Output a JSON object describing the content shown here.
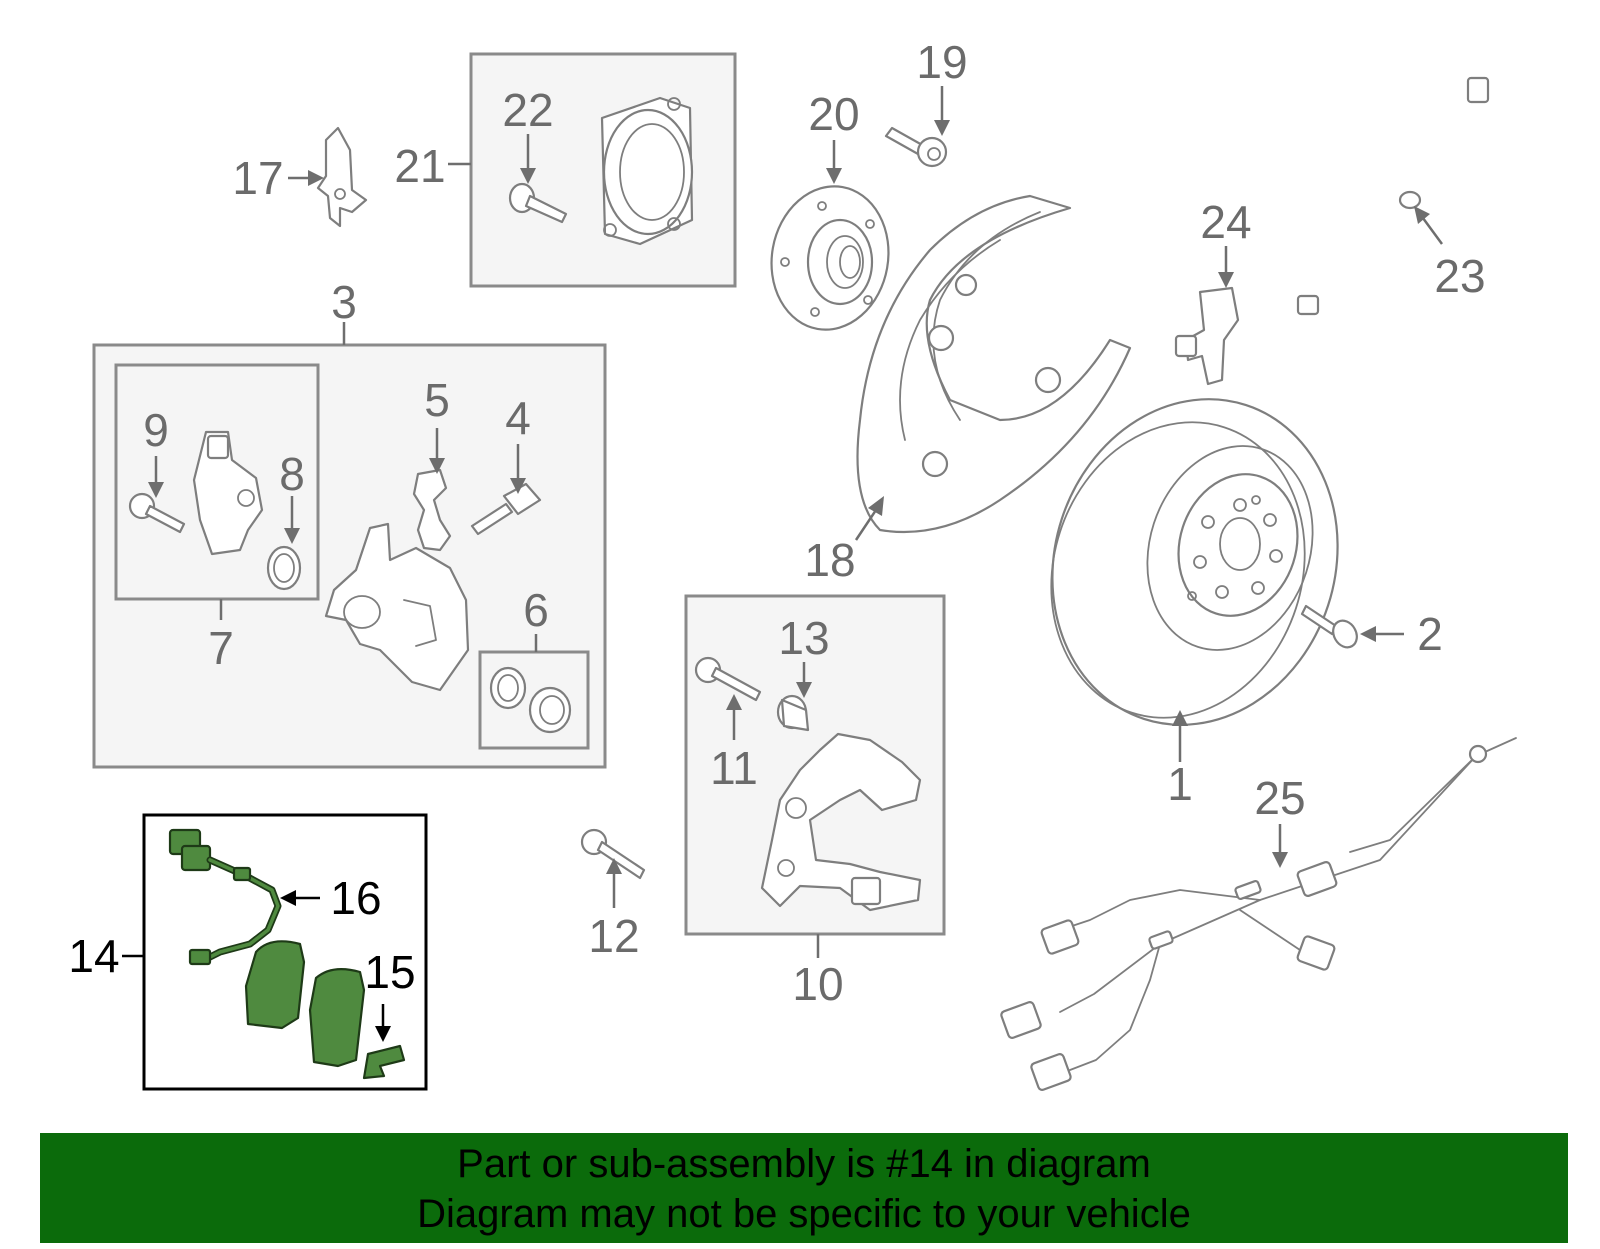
{
  "callouts": {
    "c1": "1",
    "c2": "2",
    "c3": "3",
    "c4": "4",
    "c5": "5",
    "c6": "6",
    "c7": "7",
    "c8": "8",
    "c9": "9",
    "c10": "10",
    "c11": "11",
    "c12": "12",
    "c13": "13",
    "c14": "14",
    "c15": "15",
    "c16": "16",
    "c17": "17",
    "c18": "18",
    "c19": "19",
    "c20": "20",
    "c21": "21",
    "c22": "22",
    "c23": "23",
    "c24": "24",
    "c25": "25"
  },
  "highlighted_part": "14",
  "colors": {
    "banner_background": "#0b6b0b",
    "highlight_part": "#4f8a3f",
    "part_outline": "#7e7e7e",
    "group_box_fill": "#f5f5f5"
  },
  "banner": {
    "line1": "Part or sub-assembly is #14 in diagram",
    "line2": "Diagram may not be specific to your vehicle"
  }
}
